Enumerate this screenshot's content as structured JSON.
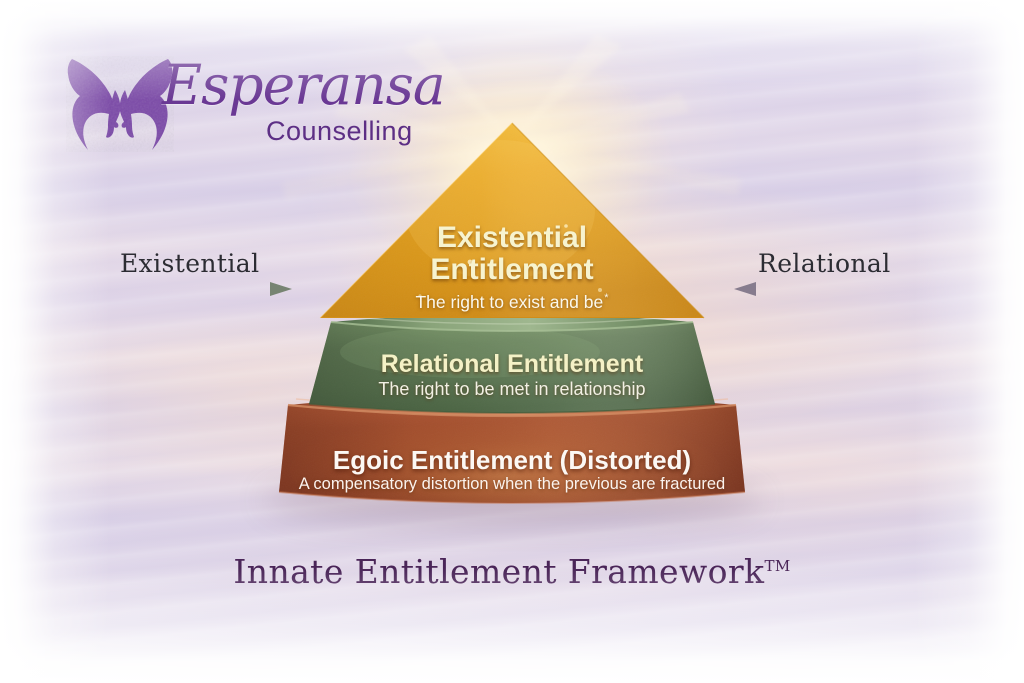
{
  "logo": {
    "mark_icon": "butterfly-faces-icon",
    "wordmark": "Esperansa",
    "subtitle": "Counselling",
    "color": "#6a3894"
  },
  "annotations": {
    "left_label": "Existential",
    "left_arrow_icon": "arrow-right-icon",
    "right_label": "Relational",
    "right_arrow_icon": "arrow-left-icon"
  },
  "pyramid": {
    "tiers": [
      {
        "id": "existential",
        "title_line1": "Existential",
        "title_line2": "Entitlement",
        "subtitle": "The right to exist and be",
        "subtitle_marker": "*",
        "color": "#e8a521"
      },
      {
        "id": "relational",
        "title": "Relational Entitlement",
        "subtitle": "The right to be met in relationship",
        "color": "#5e7a52"
      },
      {
        "id": "egoic",
        "title": "Egoic Entitlement (Distorted)",
        "subtitle": "A compensatory distortion when the previous are fractured",
        "color": "#9e4a30"
      }
    ]
  },
  "framework": {
    "title": "Innate Entitlement Framework",
    "trademark": "TM"
  }
}
